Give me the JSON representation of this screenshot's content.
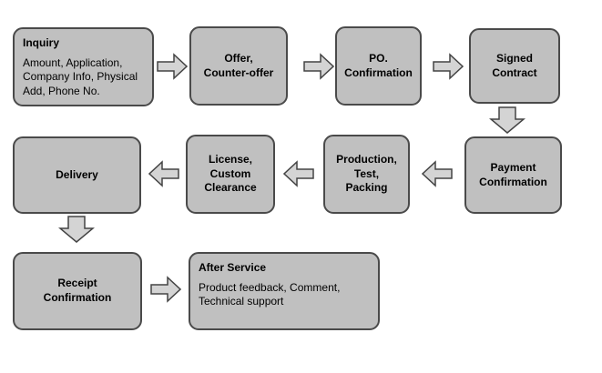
{
  "diagram_type": "process-flowchart",
  "colors": {
    "background": "#ffffff",
    "box_fill": "#c0c0c0",
    "box_border": "#4a4a4a",
    "arrow_fill": "#d4d4d4",
    "arrow_border": "#444444",
    "text": "#000000"
  },
  "nodes": {
    "inquiry": {
      "title": "Inquiry",
      "body": "Amount, Application,\nCompany Info, Physical\nAdd, Phone No."
    },
    "offer": {
      "title": "Offer,\nCounter-offer"
    },
    "po": {
      "title": "PO.\nConfirmation"
    },
    "signed": {
      "title": "Signed\nContract"
    },
    "payment": {
      "title": "Payment\nConfirmation"
    },
    "production": {
      "title": "Production,\nTest,\nPacking"
    },
    "license": {
      "title": "License,\nCustom\nClearance"
    },
    "delivery": {
      "title": "Delivery"
    },
    "receipt": {
      "title": "Receipt\nConfirmation"
    },
    "after_service": {
      "title": "After Service",
      "body": "Product feedback, Comment,\nTechnical support"
    }
  },
  "arrows": [
    {
      "from": "inquiry",
      "to": "offer",
      "direction": "right"
    },
    {
      "from": "offer",
      "to": "po",
      "direction": "right"
    },
    {
      "from": "po",
      "to": "signed",
      "direction": "right"
    },
    {
      "from": "signed",
      "to": "payment",
      "direction": "down"
    },
    {
      "from": "payment",
      "to": "production",
      "direction": "left"
    },
    {
      "from": "production",
      "to": "license",
      "direction": "left"
    },
    {
      "from": "license",
      "to": "delivery",
      "direction": "left"
    },
    {
      "from": "delivery",
      "to": "receipt",
      "direction": "down"
    },
    {
      "from": "receipt",
      "to": "after_service",
      "direction": "right"
    }
  ]
}
